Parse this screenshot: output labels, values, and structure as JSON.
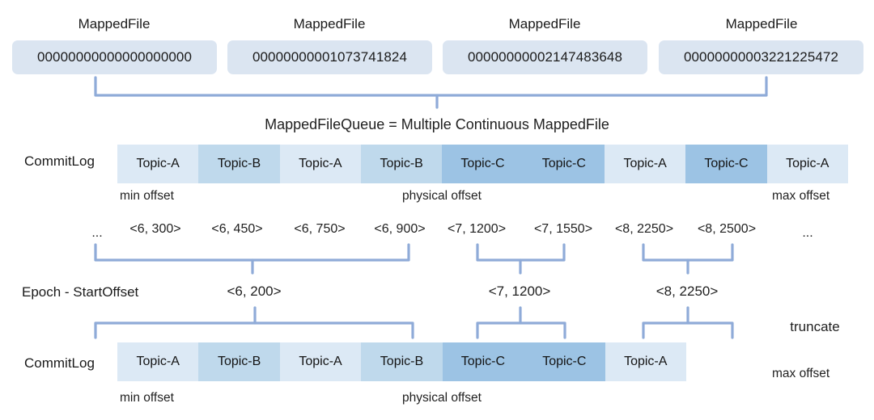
{
  "diagram": {
    "title": "RocketMQ CommitLog / MappedFileQueue truncate diagram",
    "colors": {
      "topic_a": "#dce9f5",
      "topic_b": "#bfd9ec",
      "topic_c": "#9cc3e4",
      "mapped_file_box": "#dbe5f1",
      "bracket": "#8fabd8"
    }
  },
  "mapped_files": {
    "label": "MappedFile",
    "items": [
      {
        "label": "MappedFile",
        "filename": "00000000000000000000"
      },
      {
        "label": "MappedFile",
        "filename": "00000000001073741824"
      },
      {
        "label": "MappedFile",
        "filename": "00000000002147483648"
      },
      {
        "label": "MappedFile",
        "filename": "00000000003221225472"
      }
    ]
  },
  "queue_caption": "MappedFileQueue = Multiple Continuous MappedFile",
  "commitlog_top": {
    "row_label": "CommitLog",
    "cells": [
      {
        "topic": "Topic-A",
        "kind": "a"
      },
      {
        "topic": "Topic-B",
        "kind": "b"
      },
      {
        "topic": "Topic-A",
        "kind": "a"
      },
      {
        "topic": "Topic-B",
        "kind": "b"
      },
      {
        "topic": "Topic-C",
        "kind": "c"
      },
      {
        "topic": "Topic-C",
        "kind": "c"
      },
      {
        "topic": "Topic-A",
        "kind": "a"
      },
      {
        "topic": "Topic-C",
        "kind": "c"
      },
      {
        "topic": "Topic-A",
        "kind": "a"
      }
    ],
    "min_offset": "min offset",
    "physical_offset": "physical offset",
    "max_offset": "max offset"
  },
  "offset_pairs": {
    "leading_ellipsis": "...",
    "trailing_ellipsis": "...",
    "values": [
      "<6, 300>",
      "<6, 450>",
      "<6, 750>",
      "<6, 900>",
      "<7, 1200>",
      "<7, 1550>",
      "<8, 2250>",
      "<8, 2500>"
    ]
  },
  "epoch": {
    "row_label": "Epoch - StartOffset",
    "entries": [
      "<6, 200>",
      "<7, 1200>",
      "<8, 2250>"
    ]
  },
  "truncate_label": "truncate",
  "commitlog_bottom": {
    "row_label": "CommitLog",
    "cells": [
      {
        "topic": "Topic-A",
        "kind": "a"
      },
      {
        "topic": "Topic-B",
        "kind": "b"
      },
      {
        "topic": "Topic-A",
        "kind": "a"
      },
      {
        "topic": "Topic-B",
        "kind": "b"
      },
      {
        "topic": "Topic-C",
        "kind": "c"
      },
      {
        "topic": "Topic-C",
        "kind": "c"
      },
      {
        "topic": "Topic-A",
        "kind": "a"
      }
    ],
    "min_offset": "min offset",
    "physical_offset": "physical offset",
    "max_offset": "max offset"
  }
}
